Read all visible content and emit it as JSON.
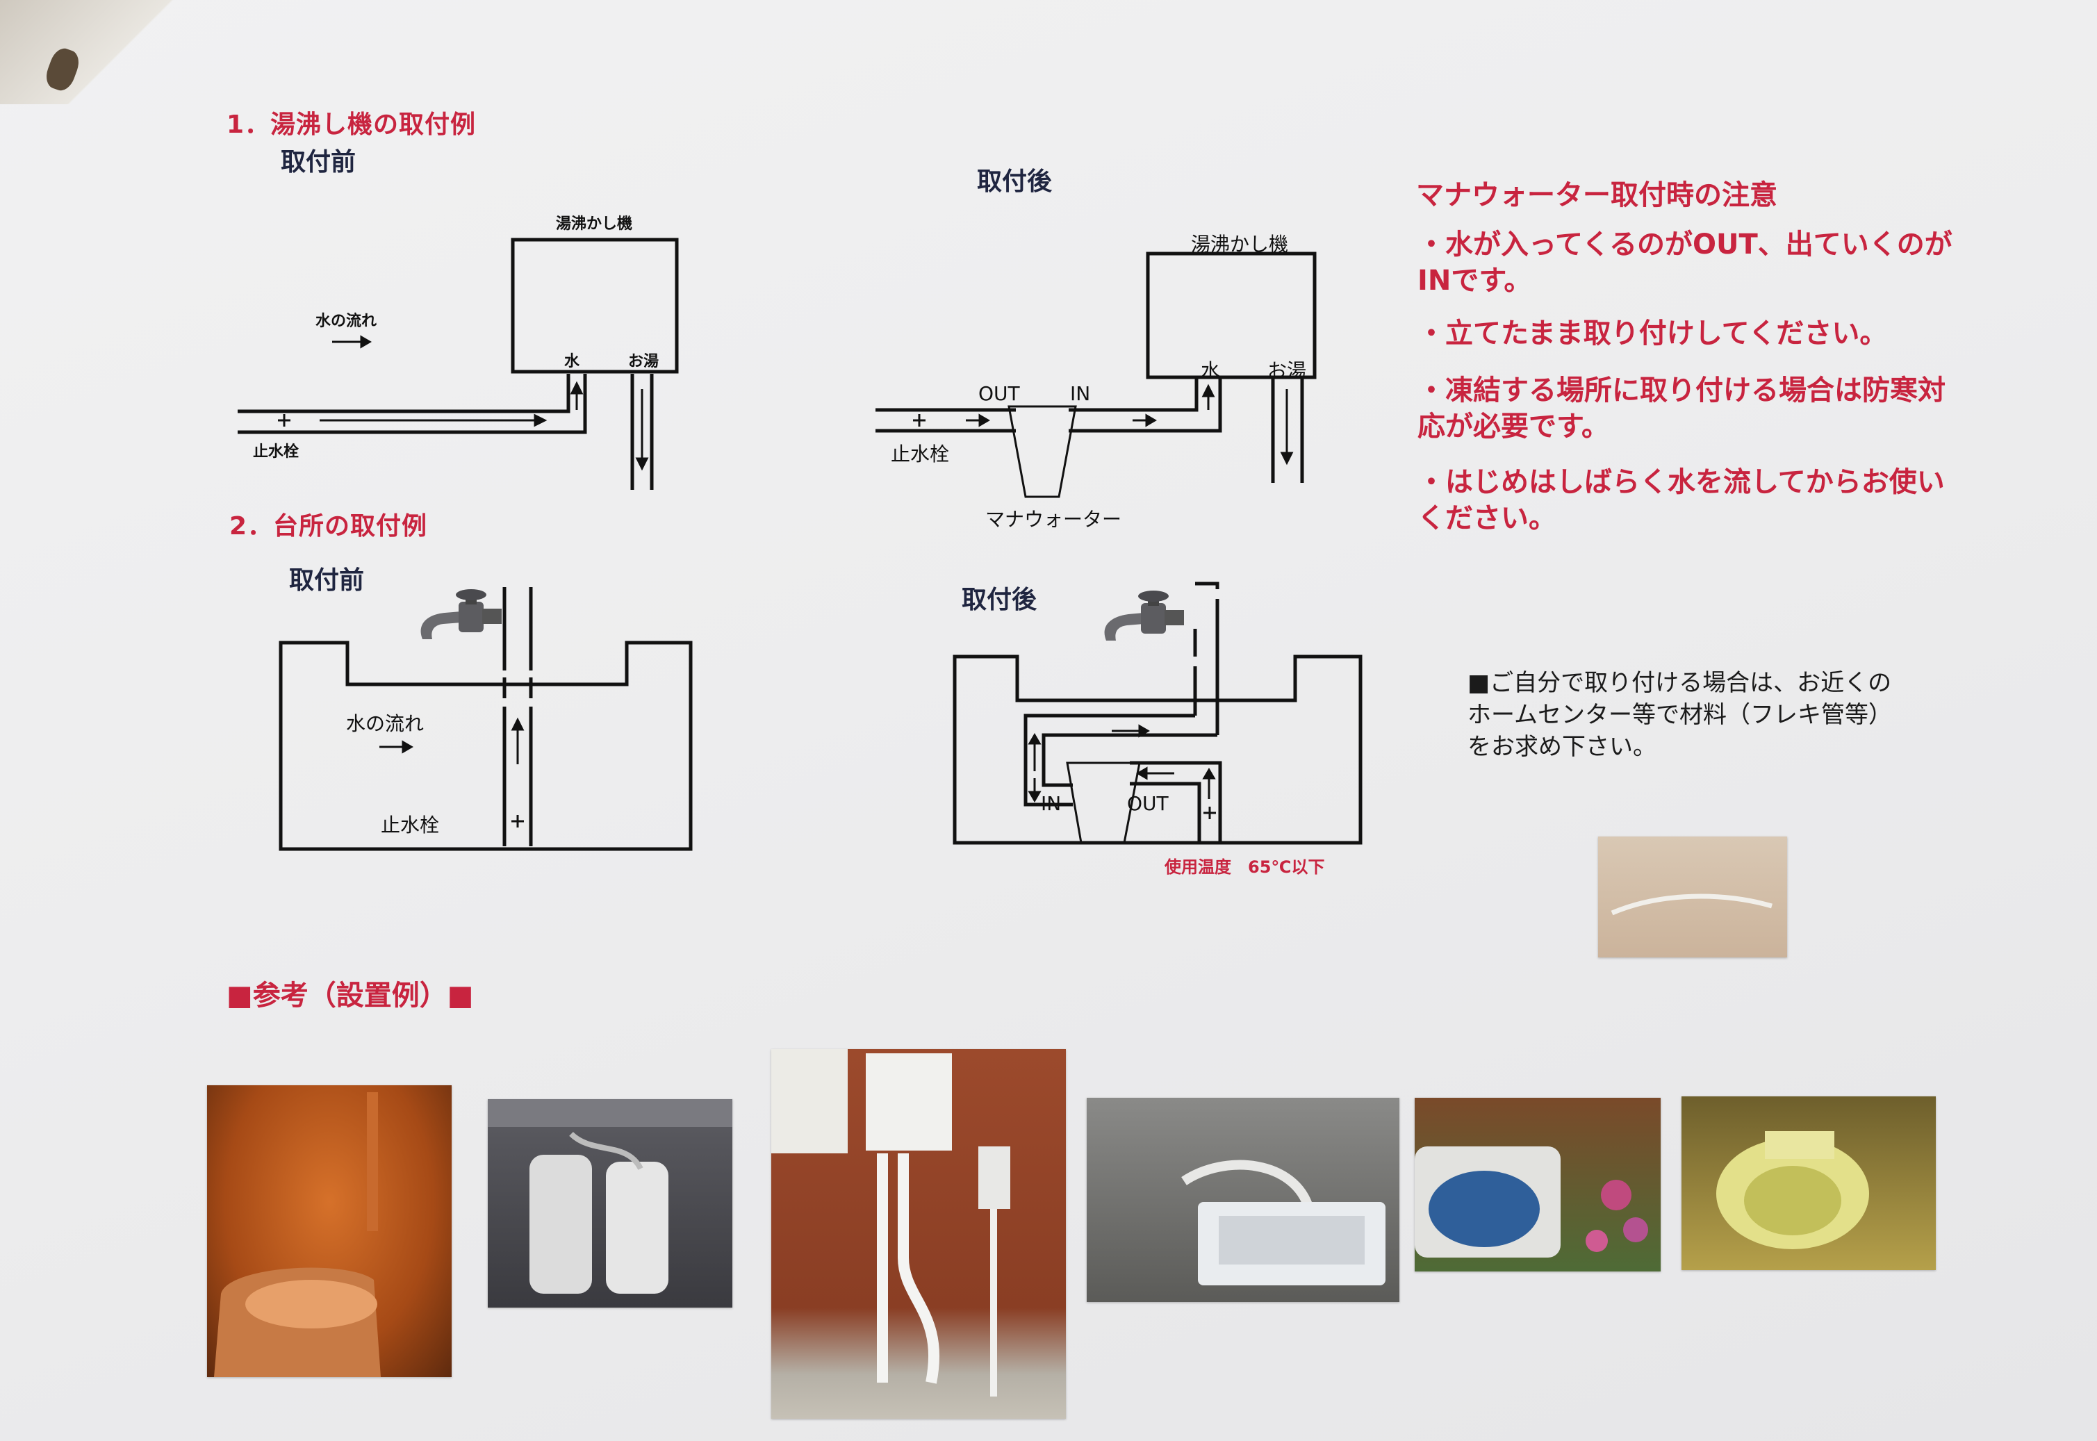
{
  "section1": {
    "title": "1．湯沸し機の取付例",
    "before": {
      "label": "取付前",
      "heater": "湯沸かし機",
      "flow": "水の流れ",
      "water": "水",
      "hot": "お湯",
      "valve": "止水栓"
    },
    "after": {
      "label": "取付後",
      "heater": "湯沸かし機",
      "water": "水",
      "hot": "お湯",
      "valve": "止水栓",
      "out": "OUT",
      "in": "IN",
      "device": "マナウォーター"
    }
  },
  "section2": {
    "title": "2．台所の取付例",
    "before": {
      "label": "取付前",
      "flow": "水の流れ",
      "valve": "止水栓"
    },
    "after": {
      "label": "取付後",
      "in": "IN",
      "out": "OUT",
      "temp_note": "使用温度　65℃以下"
    }
  },
  "notes": {
    "title": "マナウォーター取付時の注意",
    "items": [
      "・水が入ってくるのがOUT、出ていくのがINです。",
      "・立てたまま取り付けしてください。",
      "・凍結する場所に取り付ける場合は防寒対応が必要です。",
      "・はじめはしばらく水を流してからお使いください。"
    ]
  },
  "memo": "■ご自分で取り付ける場合は、お近くのホームセンター等で材料（フレキ管等）をお求め下さい。",
  "reference": {
    "title": "■参考（設置例）■"
  },
  "colors": {
    "accent_red": "#c8243f",
    "heading_navy": "#1f2540"
  }
}
